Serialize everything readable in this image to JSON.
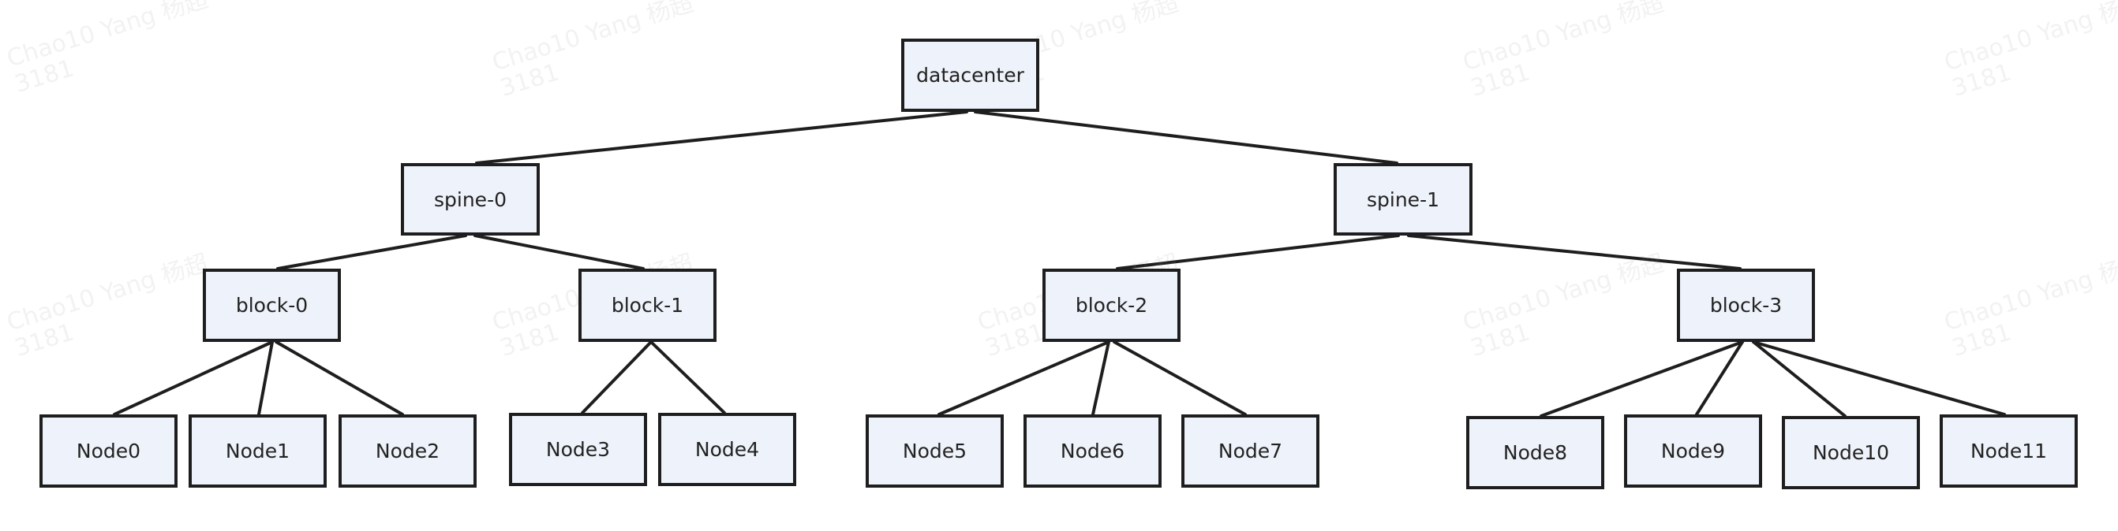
{
  "diagram": {
    "type": "tree",
    "root": "datacenter",
    "nodes": [
      {
        "id": "datacenter",
        "label": "datacenter"
      },
      {
        "id": "spine-0",
        "label": "spine-0"
      },
      {
        "id": "spine-1",
        "label": "spine-1"
      },
      {
        "id": "block-0",
        "label": "block-0"
      },
      {
        "id": "block-1",
        "label": "block-1"
      },
      {
        "id": "block-2",
        "label": "block-2"
      },
      {
        "id": "block-3",
        "label": "block-3"
      },
      {
        "id": "Node0",
        "label": "Node0"
      },
      {
        "id": "Node1",
        "label": "Node1"
      },
      {
        "id": "Node2",
        "label": "Node2"
      },
      {
        "id": "Node3",
        "label": "Node3"
      },
      {
        "id": "Node4",
        "label": "Node4"
      },
      {
        "id": "Node5",
        "label": "Node5"
      },
      {
        "id": "Node6",
        "label": "Node6"
      },
      {
        "id": "Node7",
        "label": "Node7"
      },
      {
        "id": "Node8",
        "label": "Node8"
      },
      {
        "id": "Node9",
        "label": "Node9"
      },
      {
        "id": "Node10",
        "label": "Node10"
      },
      {
        "id": "Node11",
        "label": "Node11"
      }
    ],
    "edges": [
      [
        "datacenter",
        "spine-0"
      ],
      [
        "datacenter",
        "spine-1"
      ],
      [
        "spine-0",
        "block-0"
      ],
      [
        "spine-0",
        "block-1"
      ],
      [
        "spine-1",
        "block-2"
      ],
      [
        "spine-1",
        "block-3"
      ],
      [
        "block-0",
        "Node0"
      ],
      [
        "block-0",
        "Node1"
      ],
      [
        "block-0",
        "Node2"
      ],
      [
        "block-1",
        "Node3"
      ],
      [
        "block-1",
        "Node4"
      ],
      [
        "block-2",
        "Node5"
      ],
      [
        "block-2",
        "Node6"
      ],
      [
        "block-2",
        "Node7"
      ],
      [
        "block-3",
        "Node8"
      ],
      [
        "block-3",
        "Node9"
      ],
      [
        "block-3",
        "Node10"
      ],
      [
        "block-3",
        "Node11"
      ]
    ]
  },
  "watermark": {
    "text": "Chao10 Yang 杨超",
    "code": "3181"
  },
  "colors": {
    "node_fill": "#eef2fa",
    "stroke": "#1e1e1e",
    "text": "#222222"
  }
}
